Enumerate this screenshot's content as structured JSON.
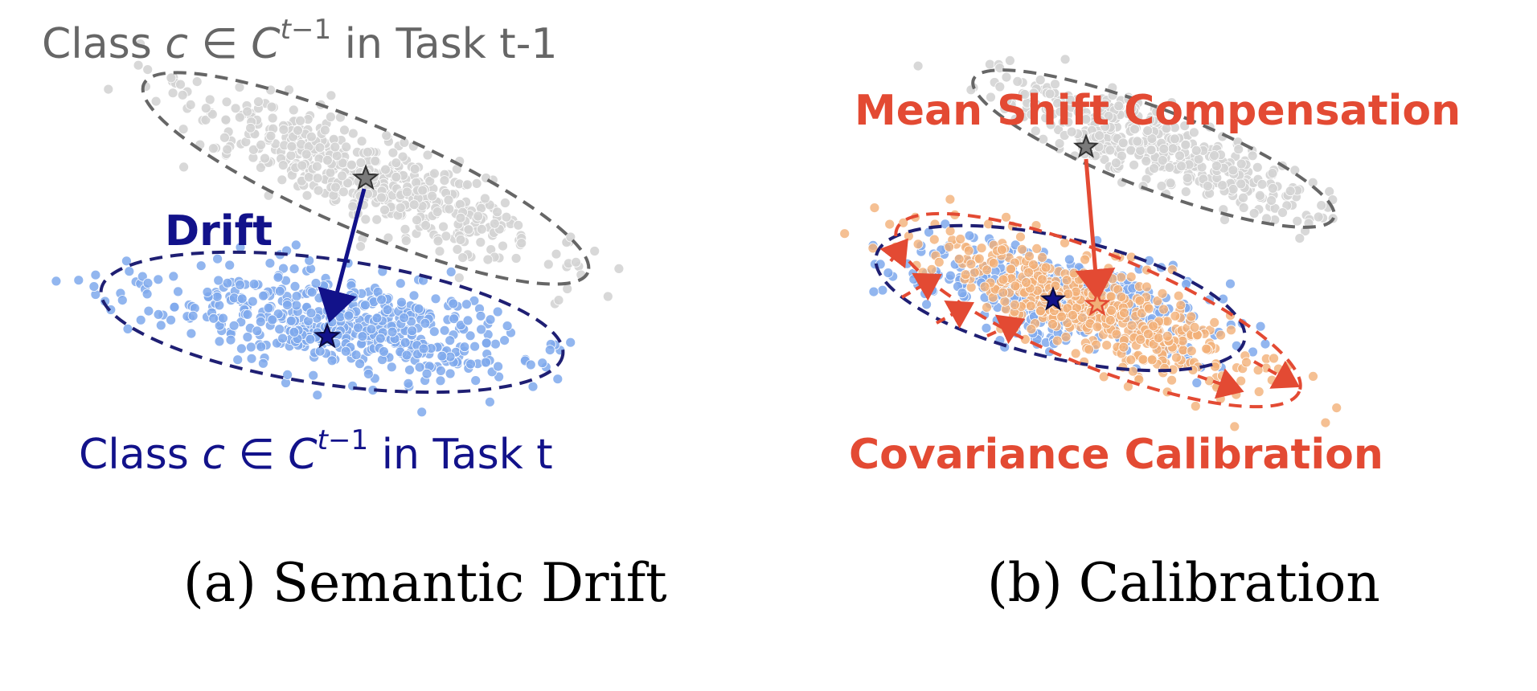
{
  "colors": {
    "old_points": "#d4d4d4",
    "new_points": "#7fa9ec",
    "calibrated_points": "#f2b078",
    "old_ellipse": "#666666",
    "new_ellipse": "#1f1f73",
    "drift_arrow": "#12128a",
    "calibration": "#e34a33",
    "old_text": "#666666",
    "new_text": "#12128a",
    "caption": "#000000"
  },
  "panel_a": {
    "old_class_label": "Class c ∈ C^{t−1} in Task t-1",
    "drift_label": "Drift",
    "new_class_label": "Class c ∈ C^{t−1} in Task t",
    "caption_tag": "(a)",
    "caption_text": "Semantic Drift"
  },
  "panel_b": {
    "mean_shift_label": "Mean Shift Compensation",
    "covariance_label": "Covariance Calibration",
    "caption_tag": "(b)",
    "caption_text": "Calibration"
  }
}
